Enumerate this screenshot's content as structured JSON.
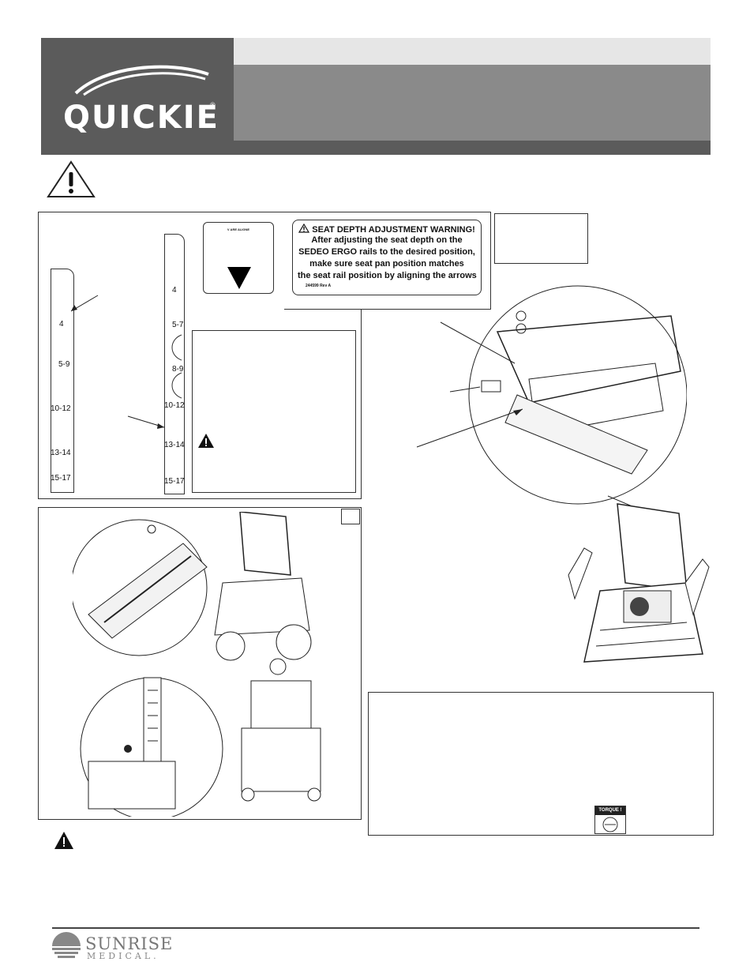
{
  "brand": {
    "logo_text": "QUICKIE",
    "registered_mark": "®",
    "footer_brand_line1": "SUNRISE",
    "footer_brand_line2": "MEDICAL."
  },
  "seat_depth_strip_left": {
    "labels": [
      "4",
      "5-9",
      "10-12",
      "13-14",
      "15-17"
    ]
  },
  "seat_depth_strip_right": {
    "labels": [
      "4",
      "5-7",
      "8-9",
      "10-12",
      "13-14",
      "15-17"
    ]
  },
  "warning_label": {
    "title": "SEAT DEPTH ADJUSTMENT WARNING!",
    "lines": [
      "After adjusting the seat depth on the",
      "SEDEO ERGO rails to the desired position,",
      "make sure seat pan position matches",
      "the seat rail position by aligning the arrows"
    ],
    "part_number": "244599 Rev A"
  },
  "arrow_label": {
    "text": "V ARE ALIGNE"
  },
  "torque_badge": {
    "label": "TORQUE !"
  },
  "colors": {
    "header_dark": "#5b5b5b",
    "header_mid": "#8a8a8a",
    "header_light": "#e6e6e6"
  }
}
